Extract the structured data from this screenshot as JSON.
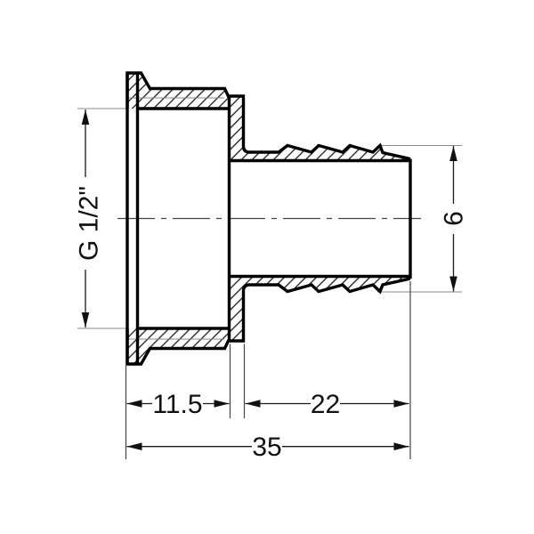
{
  "drawing": {
    "dimensions": {
      "thread_size": "G 1/2\"",
      "barb_diameter": "6",
      "socket_length": "11.5",
      "barb_length": "22",
      "overall_length": "35"
    },
    "colors": {
      "outline": "#000000",
      "dim_line": "#1a1a1a",
      "extension_line": "#444444",
      "aux_line": "#8a8a8a",
      "hatch": "#2a2a2a",
      "text": "#111111",
      "background": "#ffffff"
    }
  }
}
